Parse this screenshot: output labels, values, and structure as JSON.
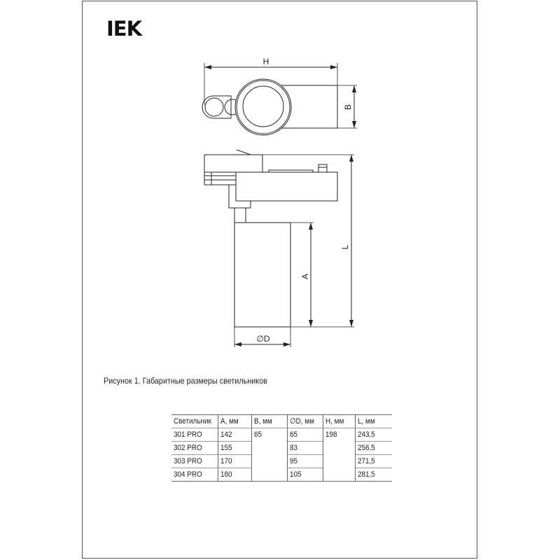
{
  "logo": "IEK",
  "drawing": {
    "dim_h": "H",
    "dim_b": "B",
    "dim_l": "L",
    "dim_a": "A",
    "dim_d": "∅D"
  },
  "caption": "Рисунок 1. Габаритные размеры светильников",
  "table": {
    "headers": [
      "Светильник",
      "A, мм",
      "B, мм",
      "∅D, мм",
      "H, мм",
      "L, мм"
    ],
    "rows": [
      {
        "model": "301 PRO",
        "a": "142",
        "d": "65",
        "l": "243,5"
      },
      {
        "model": "302 PRO",
        "a": "155",
        "d": "83",
        "l": "256,5"
      },
      {
        "model": "303 PRO",
        "a": "170",
        "d": "95",
        "l": "271,5"
      },
      {
        "model": "304 PRO",
        "a": "180",
        "d": "105",
        "l": "281,5"
      }
    ],
    "b_merged": "65",
    "h_merged": "198"
  }
}
